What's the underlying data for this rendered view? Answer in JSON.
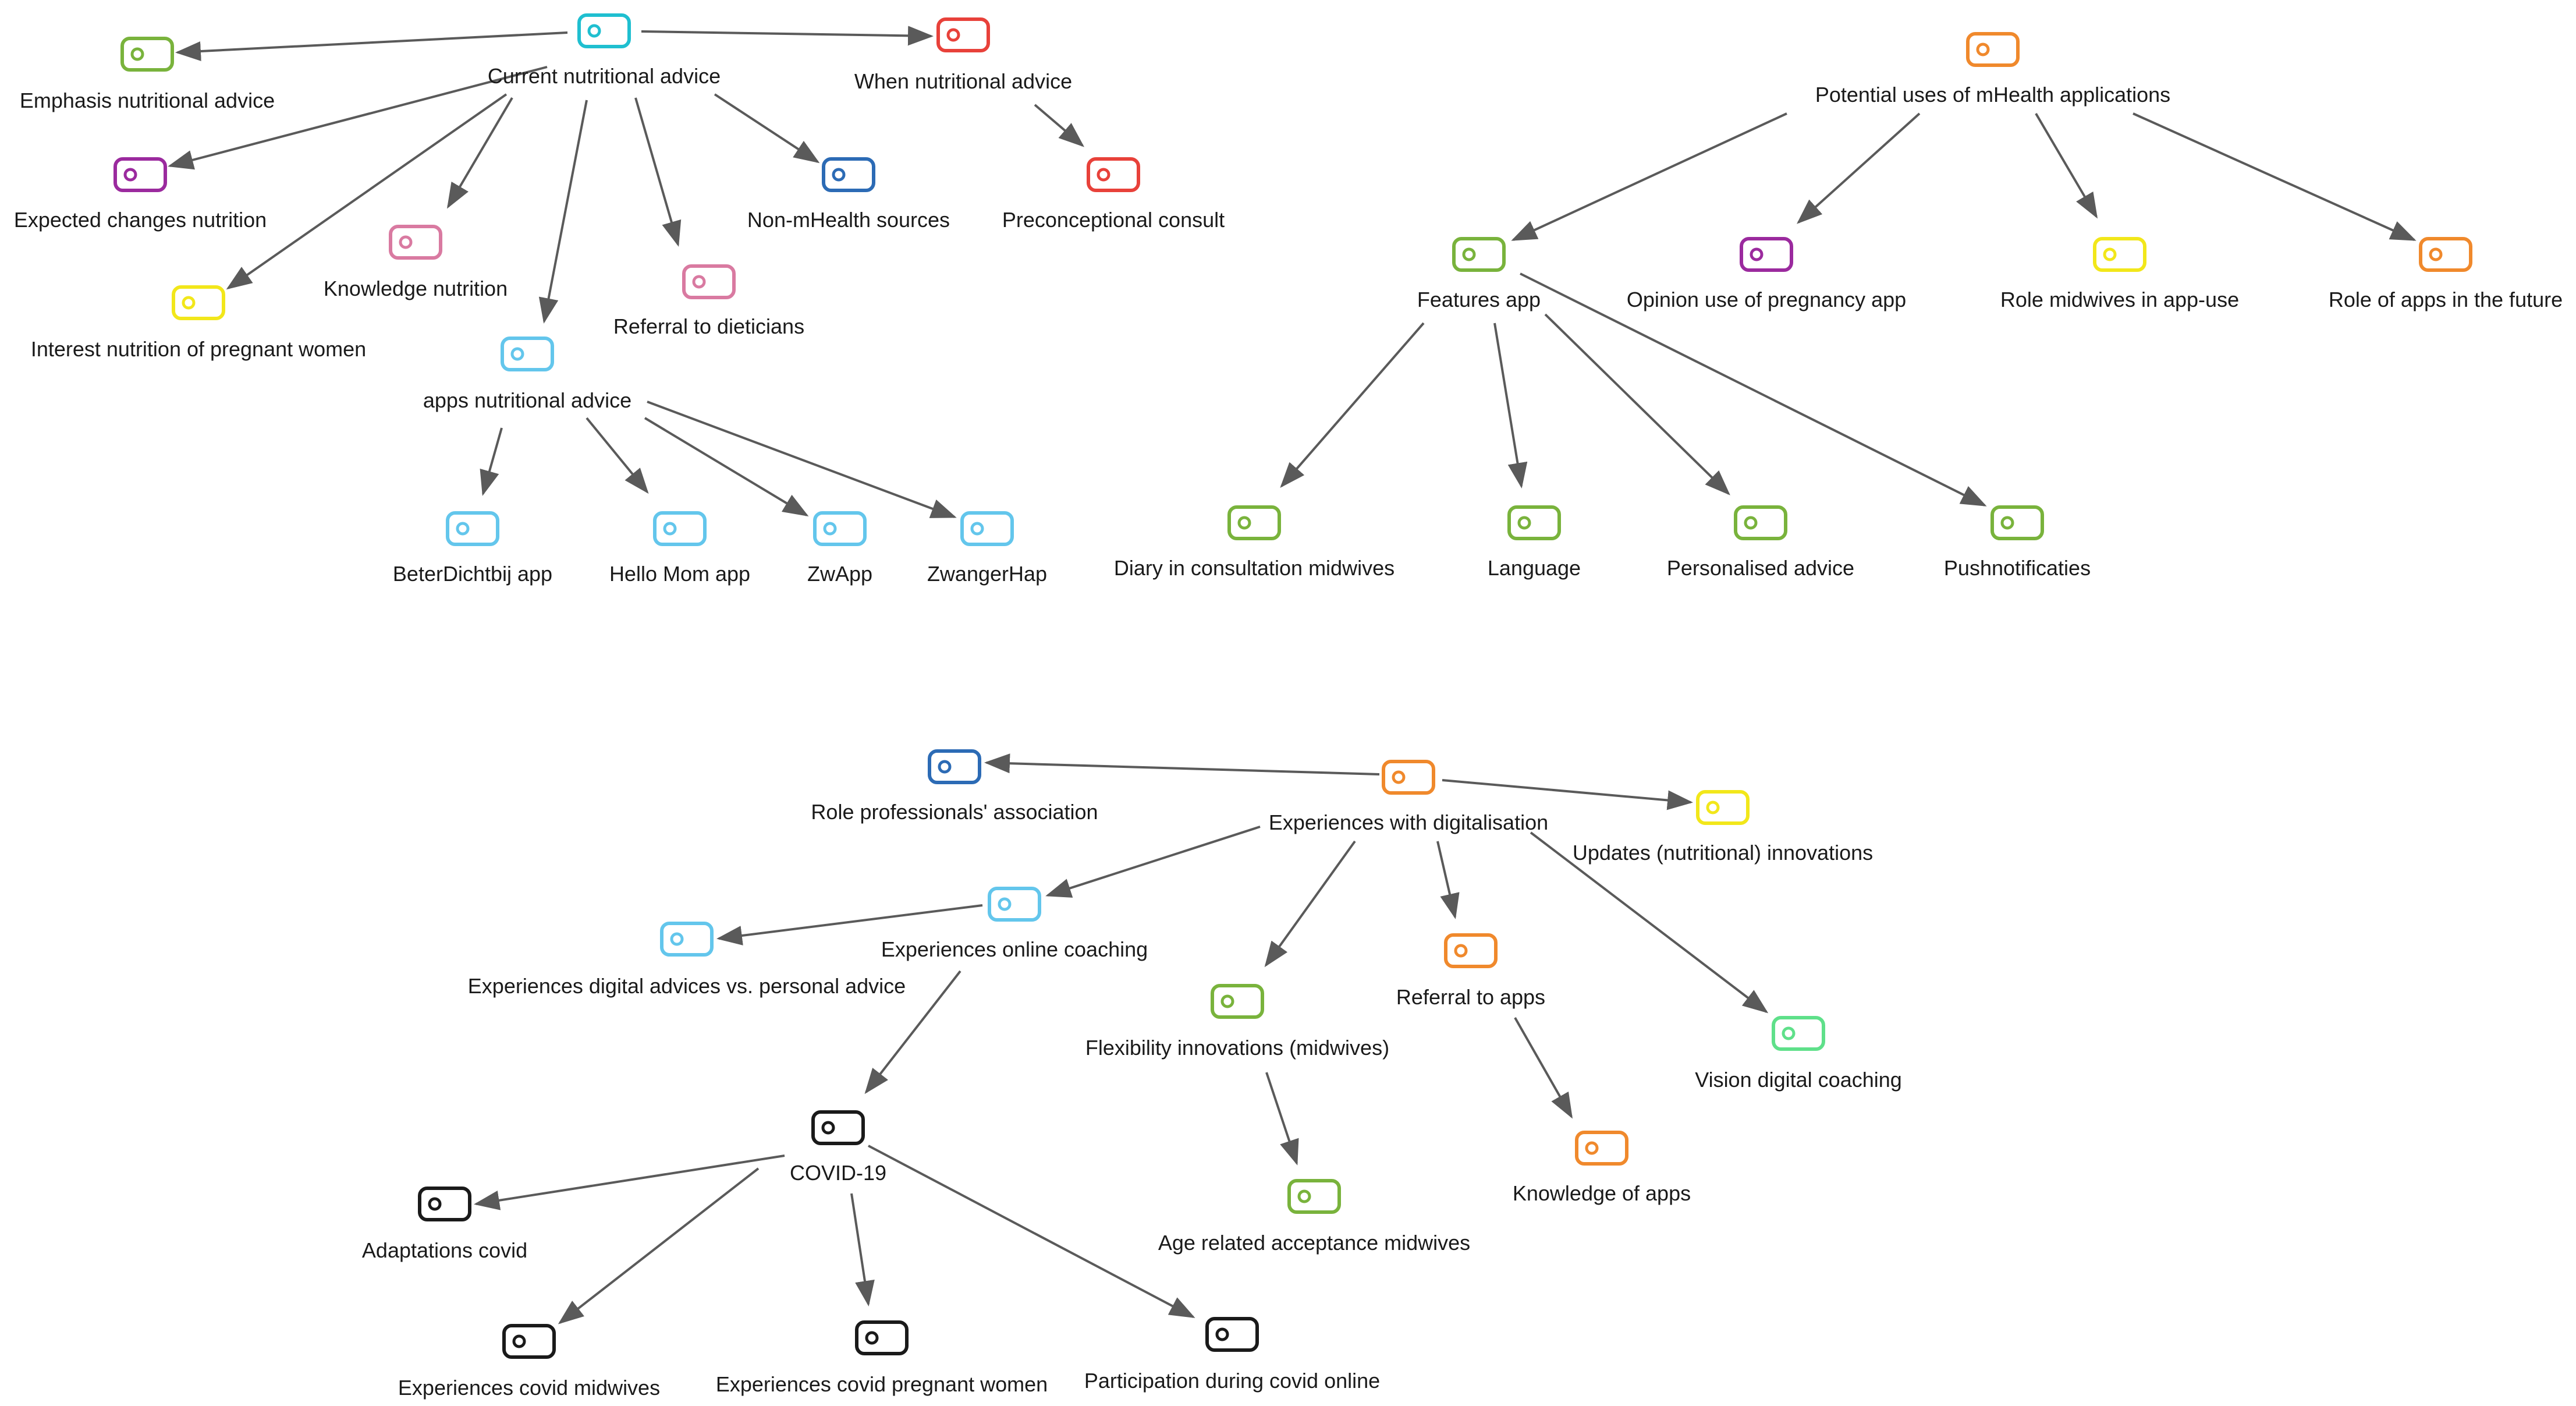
{
  "colors": {
    "edge": "#5a5a5a",
    "cyan": "#1fbfd0",
    "red": "#e8413a",
    "green": "#79b33c",
    "purple": "#9b2a9e",
    "pink": "#d97aa1",
    "yellow": "#f2e71a",
    "blue": "#2c6bb5",
    "lightblue": "#63c6ec",
    "orange": "#f0892c",
    "mint": "#5fe08a",
    "black": "#1a1a1a"
  },
  "nodes": [
    {
      "id": "current",
      "label": "Current nutritional advice",
      "color": "cyan",
      "icon": "tag-icon"
    },
    {
      "id": "emphasis",
      "label": "Emphasis nutritional advice",
      "color": "green",
      "icon": "tag-icon"
    },
    {
      "id": "expected",
      "label": "Expected changes nutrition",
      "color": "purple",
      "icon": "tag-icon"
    },
    {
      "id": "interest",
      "label": "Interest nutrition of pregnant women",
      "color": "yellow",
      "icon": "tag-icon"
    },
    {
      "id": "knowledge",
      "label": "Knowledge nutrition",
      "color": "pink",
      "icon": "tag-icon"
    },
    {
      "id": "apps",
      "label": "apps nutritional advice",
      "color": "lightblue",
      "icon": "tag-icon"
    },
    {
      "id": "referral_diet",
      "label": "Referral to dieticians",
      "color": "pink",
      "icon": "tag-icon"
    },
    {
      "id": "nonmhealth",
      "label": "Non-mHealth sources",
      "color": "blue",
      "icon": "tag-icon"
    },
    {
      "id": "when",
      "label": "When nutritional advice",
      "color": "red",
      "icon": "tag-icon"
    },
    {
      "id": "precon",
      "label": "Preconceptional consult",
      "color": "red",
      "icon": "tag-icon"
    },
    {
      "id": "beter",
      "label": "BeterDichtbij app",
      "color": "lightblue",
      "icon": "tag-icon"
    },
    {
      "id": "hello",
      "label": "Hello Mom app",
      "color": "lightblue",
      "icon": "tag-icon"
    },
    {
      "id": "zwapp",
      "label": "ZwApp",
      "color": "lightblue",
      "icon": "tag-icon"
    },
    {
      "id": "zwanger",
      "label": "ZwangerHap",
      "color": "lightblue",
      "icon": "tag-icon"
    },
    {
      "id": "potential",
      "label": "Potential uses of mHealth applications",
      "color": "orange",
      "icon": "tag-icon"
    },
    {
      "id": "features",
      "label": "Features app",
      "color": "green",
      "icon": "tag-icon"
    },
    {
      "id": "opinion",
      "label": "Opinion use of pregnancy app",
      "color": "purple",
      "icon": "tag-icon"
    },
    {
      "id": "role_midwives",
      "label": "Role midwives in app-use",
      "color": "yellow",
      "icon": "tag-icon"
    },
    {
      "id": "role_future",
      "label": "Role of apps in the future",
      "color": "orange",
      "icon": "tag-icon"
    },
    {
      "id": "diary",
      "label": "Diary in consultation midwives",
      "color": "green",
      "icon": "tag-icon"
    },
    {
      "id": "language",
      "label": "Language",
      "color": "green",
      "icon": "tag-icon"
    },
    {
      "id": "personalised",
      "label": "Personalised advice",
      "color": "green",
      "icon": "tag-icon"
    },
    {
      "id": "push",
      "label": "Pushnotificaties",
      "color": "green",
      "icon": "tag-icon"
    },
    {
      "id": "experiences_dig",
      "label": "Experiences with digitalisation",
      "color": "orange",
      "icon": "tag-icon"
    },
    {
      "id": "role_prof",
      "label": "Role professionals' association",
      "color": "blue",
      "icon": "tag-icon"
    },
    {
      "id": "updates",
      "label": "Updates (nutritional) innovations",
      "color": "yellow",
      "icon": "tag-icon"
    },
    {
      "id": "online",
      "label": "Experiences online coaching",
      "color": "lightblue",
      "icon": "tag-icon"
    },
    {
      "id": "digital_vs",
      "label": "Experiences digital advices vs. personal advice",
      "color": "lightblue",
      "icon": "tag-icon"
    },
    {
      "id": "flex",
      "label": "Flexibility innovations (midwives)",
      "color": "green",
      "icon": "tag-icon"
    },
    {
      "id": "referral_apps",
      "label": "Referral to apps",
      "color": "orange",
      "icon": "tag-icon"
    },
    {
      "id": "vision",
      "label": "Vision digital coaching",
      "color": "mint",
      "icon": "tag-icon"
    },
    {
      "id": "knowledge_apps",
      "label": "Knowledge of apps",
      "color": "orange",
      "icon": "tag-icon"
    },
    {
      "id": "age",
      "label": "Age related acceptance midwives",
      "color": "green",
      "icon": "tag-icon"
    },
    {
      "id": "covid",
      "label": "COVID-19",
      "color": "black",
      "icon": "tag-icon"
    },
    {
      "id": "adapt",
      "label": "Adaptations covid",
      "color": "black",
      "icon": "tag-icon"
    },
    {
      "id": "exp_mid",
      "label": "Experiences covid midwives",
      "color": "black",
      "icon": "tag-icon"
    },
    {
      "id": "exp_preg",
      "label": "Experiences covid pregnant women",
      "color": "black",
      "icon": "tag-icon"
    },
    {
      "id": "participation",
      "label": "Participation during covid online",
      "color": "black",
      "icon": "tag-icon"
    }
  ],
  "edges": [
    [
      "current",
      "emphasis"
    ],
    [
      "current",
      "when"
    ],
    [
      "current",
      "expected"
    ],
    [
      "current",
      "interest"
    ],
    [
      "current",
      "knowledge"
    ],
    [
      "current",
      "apps"
    ],
    [
      "current",
      "referral_diet"
    ],
    [
      "current",
      "nonmhealth"
    ],
    [
      "when",
      "precon"
    ],
    [
      "apps",
      "beter"
    ],
    [
      "apps",
      "hello"
    ],
    [
      "apps",
      "zwapp"
    ],
    [
      "apps",
      "zwanger"
    ],
    [
      "potential",
      "features"
    ],
    [
      "potential",
      "opinion"
    ],
    [
      "potential",
      "role_midwives"
    ],
    [
      "potential",
      "role_future"
    ],
    [
      "features",
      "diary"
    ],
    [
      "features",
      "language"
    ],
    [
      "features",
      "personalised"
    ],
    [
      "features",
      "push"
    ],
    [
      "experiences_dig",
      "role_prof"
    ],
    [
      "experiences_dig",
      "updates"
    ],
    [
      "experiences_dig",
      "online"
    ],
    [
      "experiences_dig",
      "flex"
    ],
    [
      "experiences_dig",
      "referral_apps"
    ],
    [
      "experiences_dig",
      "vision"
    ],
    [
      "online",
      "digital_vs"
    ],
    [
      "online",
      "covid"
    ],
    [
      "flex",
      "age"
    ],
    [
      "referral_apps",
      "knowledge_apps"
    ],
    [
      "covid",
      "adapt"
    ],
    [
      "covid",
      "exp_mid"
    ],
    [
      "covid",
      "exp_preg"
    ],
    [
      "covid",
      "participation"
    ]
  ]
}
